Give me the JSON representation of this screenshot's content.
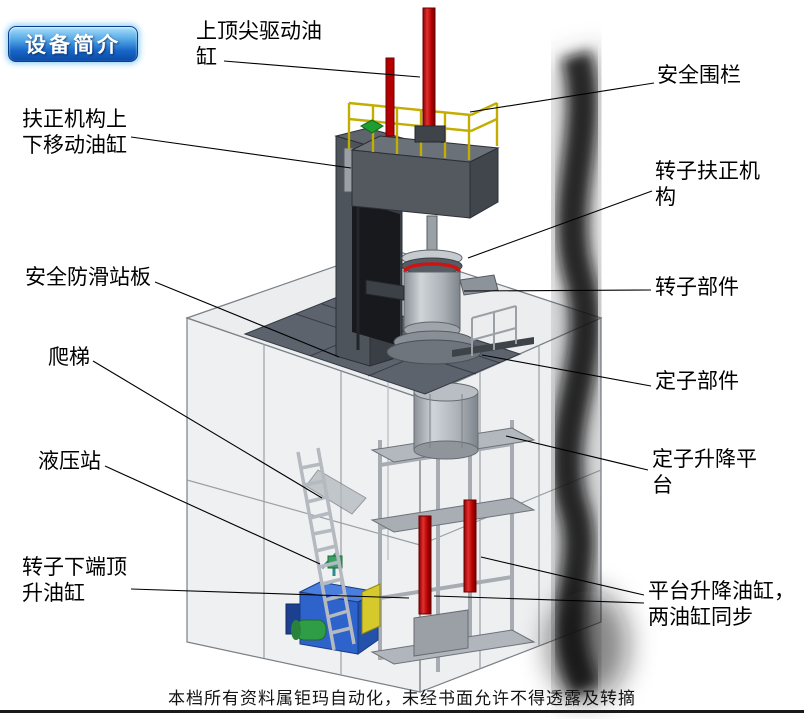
{
  "badge": {
    "label": "设备简介"
  },
  "labels": [
    {
      "id": "top-drive-cylinder",
      "text": "上顶尖驱动油\n缸"
    },
    {
      "id": "safety-fence",
      "text": "安全围栏"
    },
    {
      "id": "centering-cylinder",
      "text": "扶正机构上\n下移动油缸"
    },
    {
      "id": "rotor-centering",
      "text": "转子扶正机\n构"
    },
    {
      "id": "antislip-plate",
      "text": "安全防滑站板"
    },
    {
      "id": "rotor-part",
      "text": "转子部件"
    },
    {
      "id": "ladder",
      "text": "爬梯"
    },
    {
      "id": "stator-part",
      "text": "定子部件"
    },
    {
      "id": "hydraulic-station",
      "text": "液压站"
    },
    {
      "id": "stator-lift-platform",
      "text": "定子升降平\n台"
    },
    {
      "id": "rotor-jack-cylinder",
      "text": "转子下端顶\n升油缸"
    },
    {
      "id": "platform-lift-cylinders",
      "text": "平台升降油缸，\n两油缸同步"
    }
  ],
  "footer": {
    "text": "本档所有资料属钜玛自动化，未经书面允许不得透露及转摘"
  },
  "illustration": {
    "colors": {
      "cylinder_red": "#c00000",
      "fence_yellow": "#c2ae00",
      "hydraulic_blue": "#2f63cc",
      "motor_green": "#2f9c46",
      "marker_green": "#1f9d2f",
      "badge_blue": "#1766c8",
      "structure_gray": "#4e545b"
    }
  }
}
